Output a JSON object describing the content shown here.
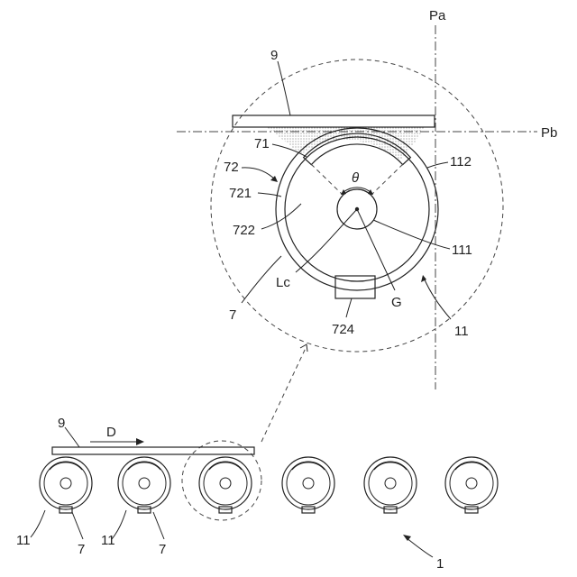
{
  "labels": {
    "pa": "Pa",
    "pb": "Pb",
    "sheet_top": "9",
    "sheet_bottom": "9",
    "direction": "D",
    "theta": "θ",
    "l71": "71",
    "l72": "72",
    "l721": "721",
    "l722": "722",
    "l7_detail": "7",
    "lLc": "Lc",
    "lG": "G",
    "l724": "724",
    "l112": "112",
    "l111": "111",
    "l11_detail": "11",
    "l11_a": "11",
    "l7_a": "7",
    "l11_b": "11",
    "l7_b": "7",
    "l1": "1"
  }
}
